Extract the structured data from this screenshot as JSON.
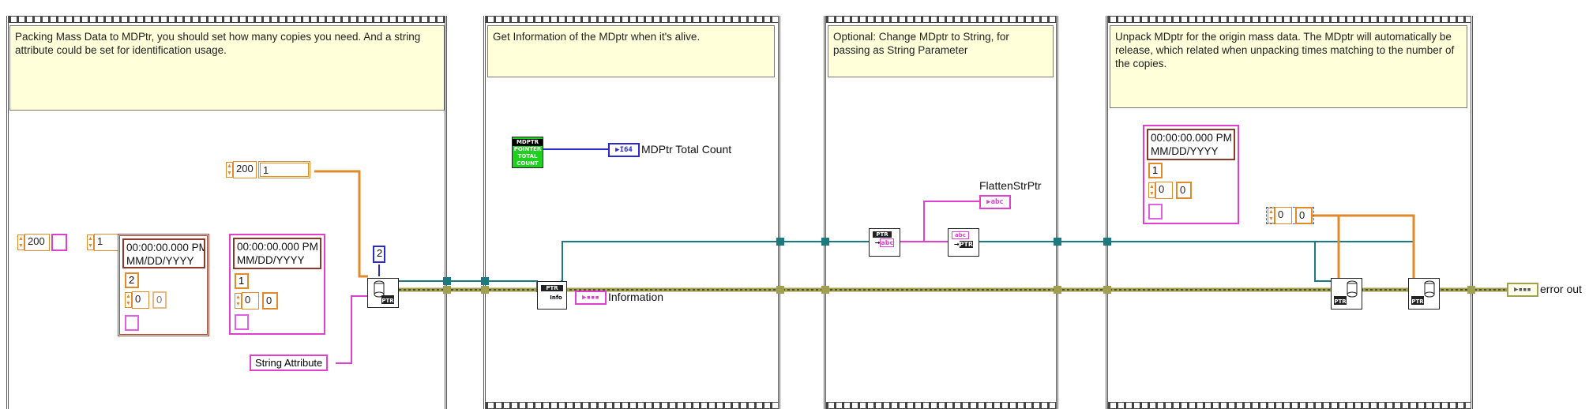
{
  "notes": {
    "frame1": "Packing Mass Data to MDPtr, you should set how many copies you need. And a string attribute could be set for identification usage.",
    "frame2": "Get Information of the MDptr when it's alive.",
    "frame3": "Optional: Change MDptr to String, for passing as String Parameter",
    "frame4": "Unpack MDptr for the origin mass data.  The MDptr will automatically be release, which related when unpacking times matching to the number of the copies."
  },
  "labels": {
    "mdptr_total_count": "MDPtr Total Count",
    "information": "Information",
    "flattenstrptr": "FlattenStrPtr",
    "error_out": "error out",
    "string_attribute": "String Attribute"
  },
  "constants": {
    "array1_index": "200",
    "array2_index": "200",
    "copies_value": "1",
    "const_2": "2",
    "cluster_index": "1",
    "f4_index": "0",
    "f4_value": "0"
  },
  "cluster1": {
    "timestamp": "00:00:00.000 PM",
    "date": "MM/DD/YYYY",
    "num": "2",
    "index": "0",
    "value": "0"
  },
  "cluster2": {
    "timestamp": "00:00:00.000 PM",
    "date": "MM/DD/YYYY",
    "num": "1",
    "index": "0",
    "value": "0"
  },
  "cluster3": {
    "timestamp": "00:00:00.000 PM",
    "date": "MM/DD/YYYY",
    "num": "1",
    "index": "0",
    "value": "0"
  },
  "icons": {
    "mdptr_count": [
      "MDPTR",
      "POINTER",
      "TOTAL",
      "COUNT"
    ],
    "ptr": "PTR",
    "info": "Info",
    "i64": "I64",
    "abc": "abc"
  },
  "colors": {
    "wire_ptr": "#1a7a80",
    "wire_error": "#a0a050",
    "wire_numeric": "#e08a2a",
    "wire_string": "#e040d0",
    "wire_i64": "#2a2acf",
    "note_bg": "#ffffd9"
  }
}
